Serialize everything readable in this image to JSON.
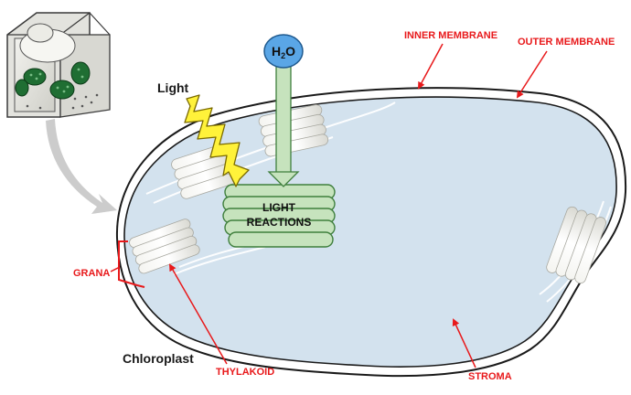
{
  "labels": {
    "inner_membrane": "INNER MEMBRANE",
    "outer_membrane": "OUTER MEMBRANE",
    "light": "Light",
    "grana": "GRANA",
    "chloroplast": "Chloroplast",
    "thylakoid": "THYLAKOID",
    "stroma": "STROMA",
    "light_reactions_line1": "LIGHT",
    "light_reactions_line2": "REACTIONS",
    "h2o_main": "H",
    "h2o_sub": "2",
    "h2o_tail": "O"
  },
  "colors": {
    "annotation_red": "#e8191b",
    "stroma_fill": "#d3e2ee",
    "thylakoid_green": "#c6e3bd",
    "water_blue": "#5aa6e6",
    "light_yellow": "#fff23a",
    "cell_green": "#1f6e33"
  }
}
